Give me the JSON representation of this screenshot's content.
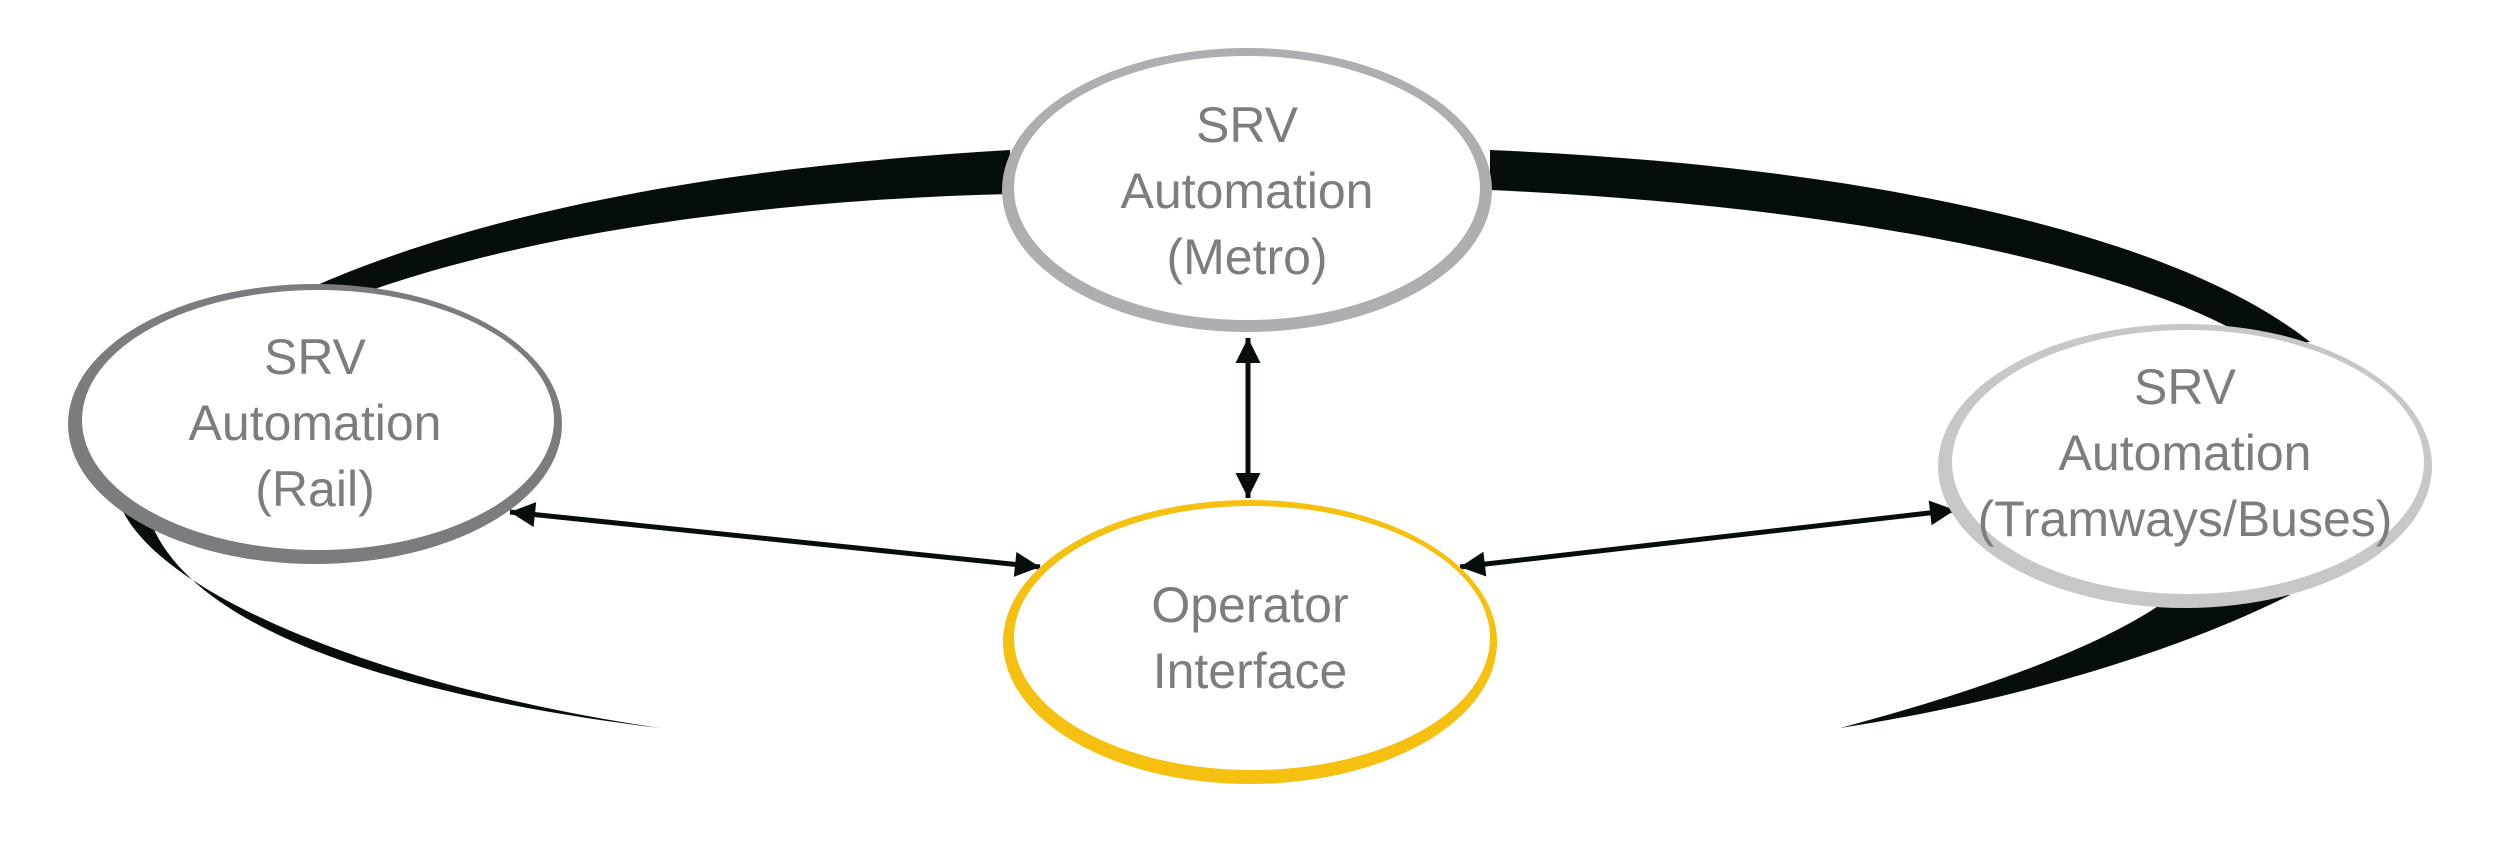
{
  "colors": {
    "ring": "#050d0d",
    "rail_outline": "#7b7c80",
    "metro_outline": "#aeaeb2",
    "tram_outline": "#c7c7c9",
    "operator_outline": "#f5c010",
    "arrow": "#050d0d",
    "label": "#7d7d80",
    "background": "#ffffff"
  },
  "nodes": {
    "metro": {
      "lines": [
        "SRV",
        "Automation",
        "(Metro)"
      ]
    },
    "rail": {
      "lines": [
        "SRV",
        "Automation",
        "(Rail)"
      ]
    },
    "tram": {
      "lines": [
        "SRV",
        "Automation",
        "(Tramways/Buses)"
      ]
    },
    "operator": {
      "lines": [
        "Operator",
        "Interface"
      ]
    }
  },
  "edges": [
    {
      "from": "metro",
      "to": "operator",
      "direction": "both"
    },
    {
      "from": "rail",
      "to": "operator",
      "direction": "both"
    },
    {
      "from": "tram",
      "to": "operator",
      "direction": "both"
    }
  ]
}
